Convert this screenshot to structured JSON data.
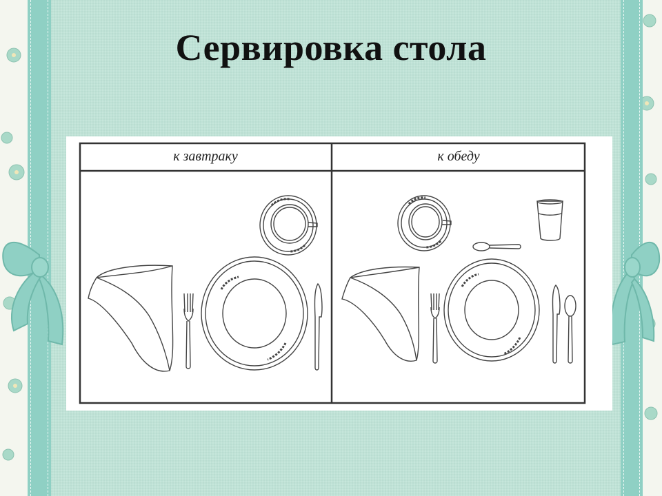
{
  "slide": {
    "title": "Сервировка стола",
    "colors": {
      "background": "#bfe4d7",
      "ribbon": "#8fd0c4",
      "floral_border": "#f4f6ef",
      "line_art": "#333333"
    }
  },
  "diagram": {
    "columns": [
      {
        "label": "к завтраку",
        "items": [
          "napkin-icon",
          "fork-icon",
          "dinner-plate-icon",
          "knife-icon",
          "cup-and-saucer-icon"
        ]
      },
      {
        "label": "к обеду",
        "items": [
          "napkin-icon",
          "fork-icon",
          "dinner-plate-icon",
          "knife-icon",
          "spoon-icon",
          "cup-and-saucer-icon",
          "teaspoon-icon",
          "glass-icon"
        ]
      }
    ]
  }
}
